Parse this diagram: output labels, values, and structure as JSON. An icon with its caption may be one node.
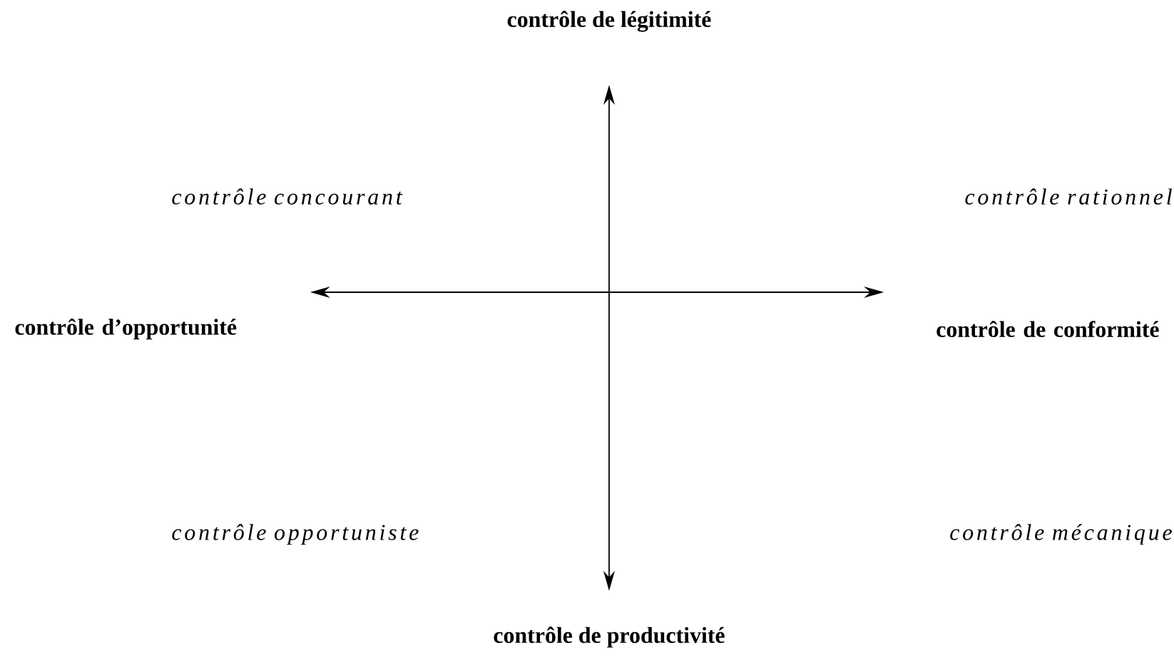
{
  "diagram": {
    "nodes": [
      {
        "text": [
          "contrôle de légitimité"
        ]
      },
      {
        "text": [
          "contrôle d’opportunité"
        ]
      },
      {
        "text": [
          "contrôle de conformité"
        ]
      },
      {
        "text": [
          "contrôle de productivité"
        ]
      }
    ],
    "edges": [
      {
        "from": 1,
        "to": 2,
        "arrow": "both"
      },
      {
        "from": 0,
        "to": 3,
        "arrow": "both"
      }
    ],
    "labels": [
      "contrôle concourant",
      "contrôle rationnel",
      "contrôle opportuniste",
      "contrôle mécanique"
    ]
  }
}
